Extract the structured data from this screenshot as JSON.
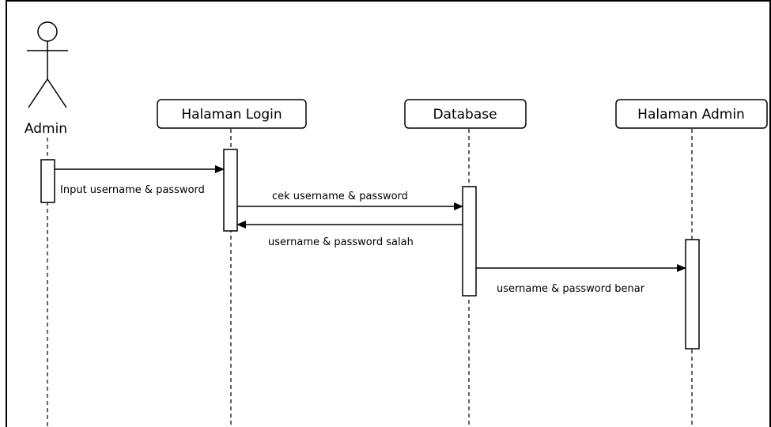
{
  "diagram": {
    "actor": {
      "label": "Admin"
    },
    "lifelines": [
      {
        "id": "halaman-login",
        "label": "Halaman Login"
      },
      {
        "id": "database",
        "label": "Database"
      },
      {
        "id": "halaman-admin",
        "label": "Halaman Admin"
      }
    ],
    "messages": [
      {
        "label": "Input username & password",
        "direction": "right"
      },
      {
        "label": "cek username & password",
        "direction": "right"
      },
      {
        "label": "username & password salah",
        "direction": "left"
      },
      {
        "label": "username & password benar",
        "direction": "right"
      }
    ]
  }
}
